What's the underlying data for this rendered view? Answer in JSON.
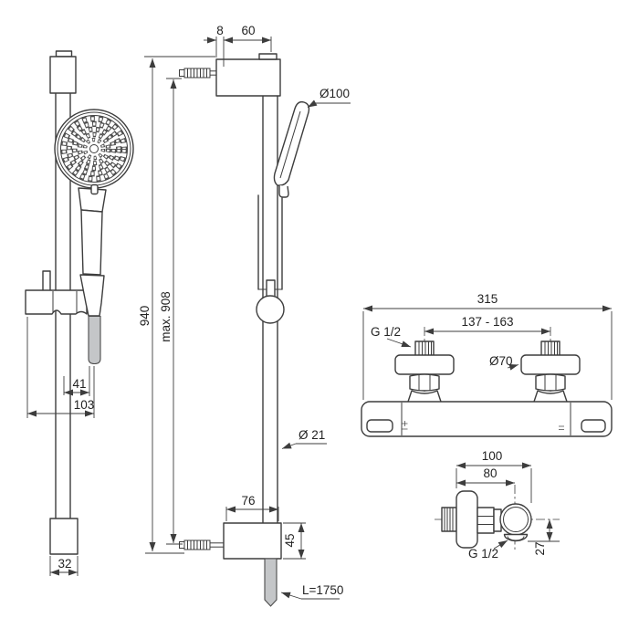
{
  "drawing": {
    "colors": {
      "line": "#3d3d3d",
      "hose_fill": "#c4c6c8",
      "background": "#ffffff"
    },
    "shower_front": {
      "slider_offset": "41",
      "slider_width": "103",
      "bottom_bracket_width": "32"
    },
    "shower_side": {
      "wall_offset": "8",
      "bracket_depth": "60",
      "rail_length": "940",
      "max_fixing_length": "max. 908",
      "handspray_diameter": "Ø100",
      "rail_diameter": "Ø 21",
      "bottom_bracket_depth": "76",
      "bottom_bracket_height": "45",
      "hose_length": "L=1750"
    },
    "mixer_front": {
      "overall_width": "315",
      "connection_distance": "137 - 163",
      "inlet_thread": "G 1/2",
      "escutcheon_diameter": "Ø70"
    },
    "mixer_side": {
      "overall_depth": "100",
      "body_depth": "80",
      "outlet_thread": "G 1/2",
      "outlet_offset": "27"
    }
  }
}
